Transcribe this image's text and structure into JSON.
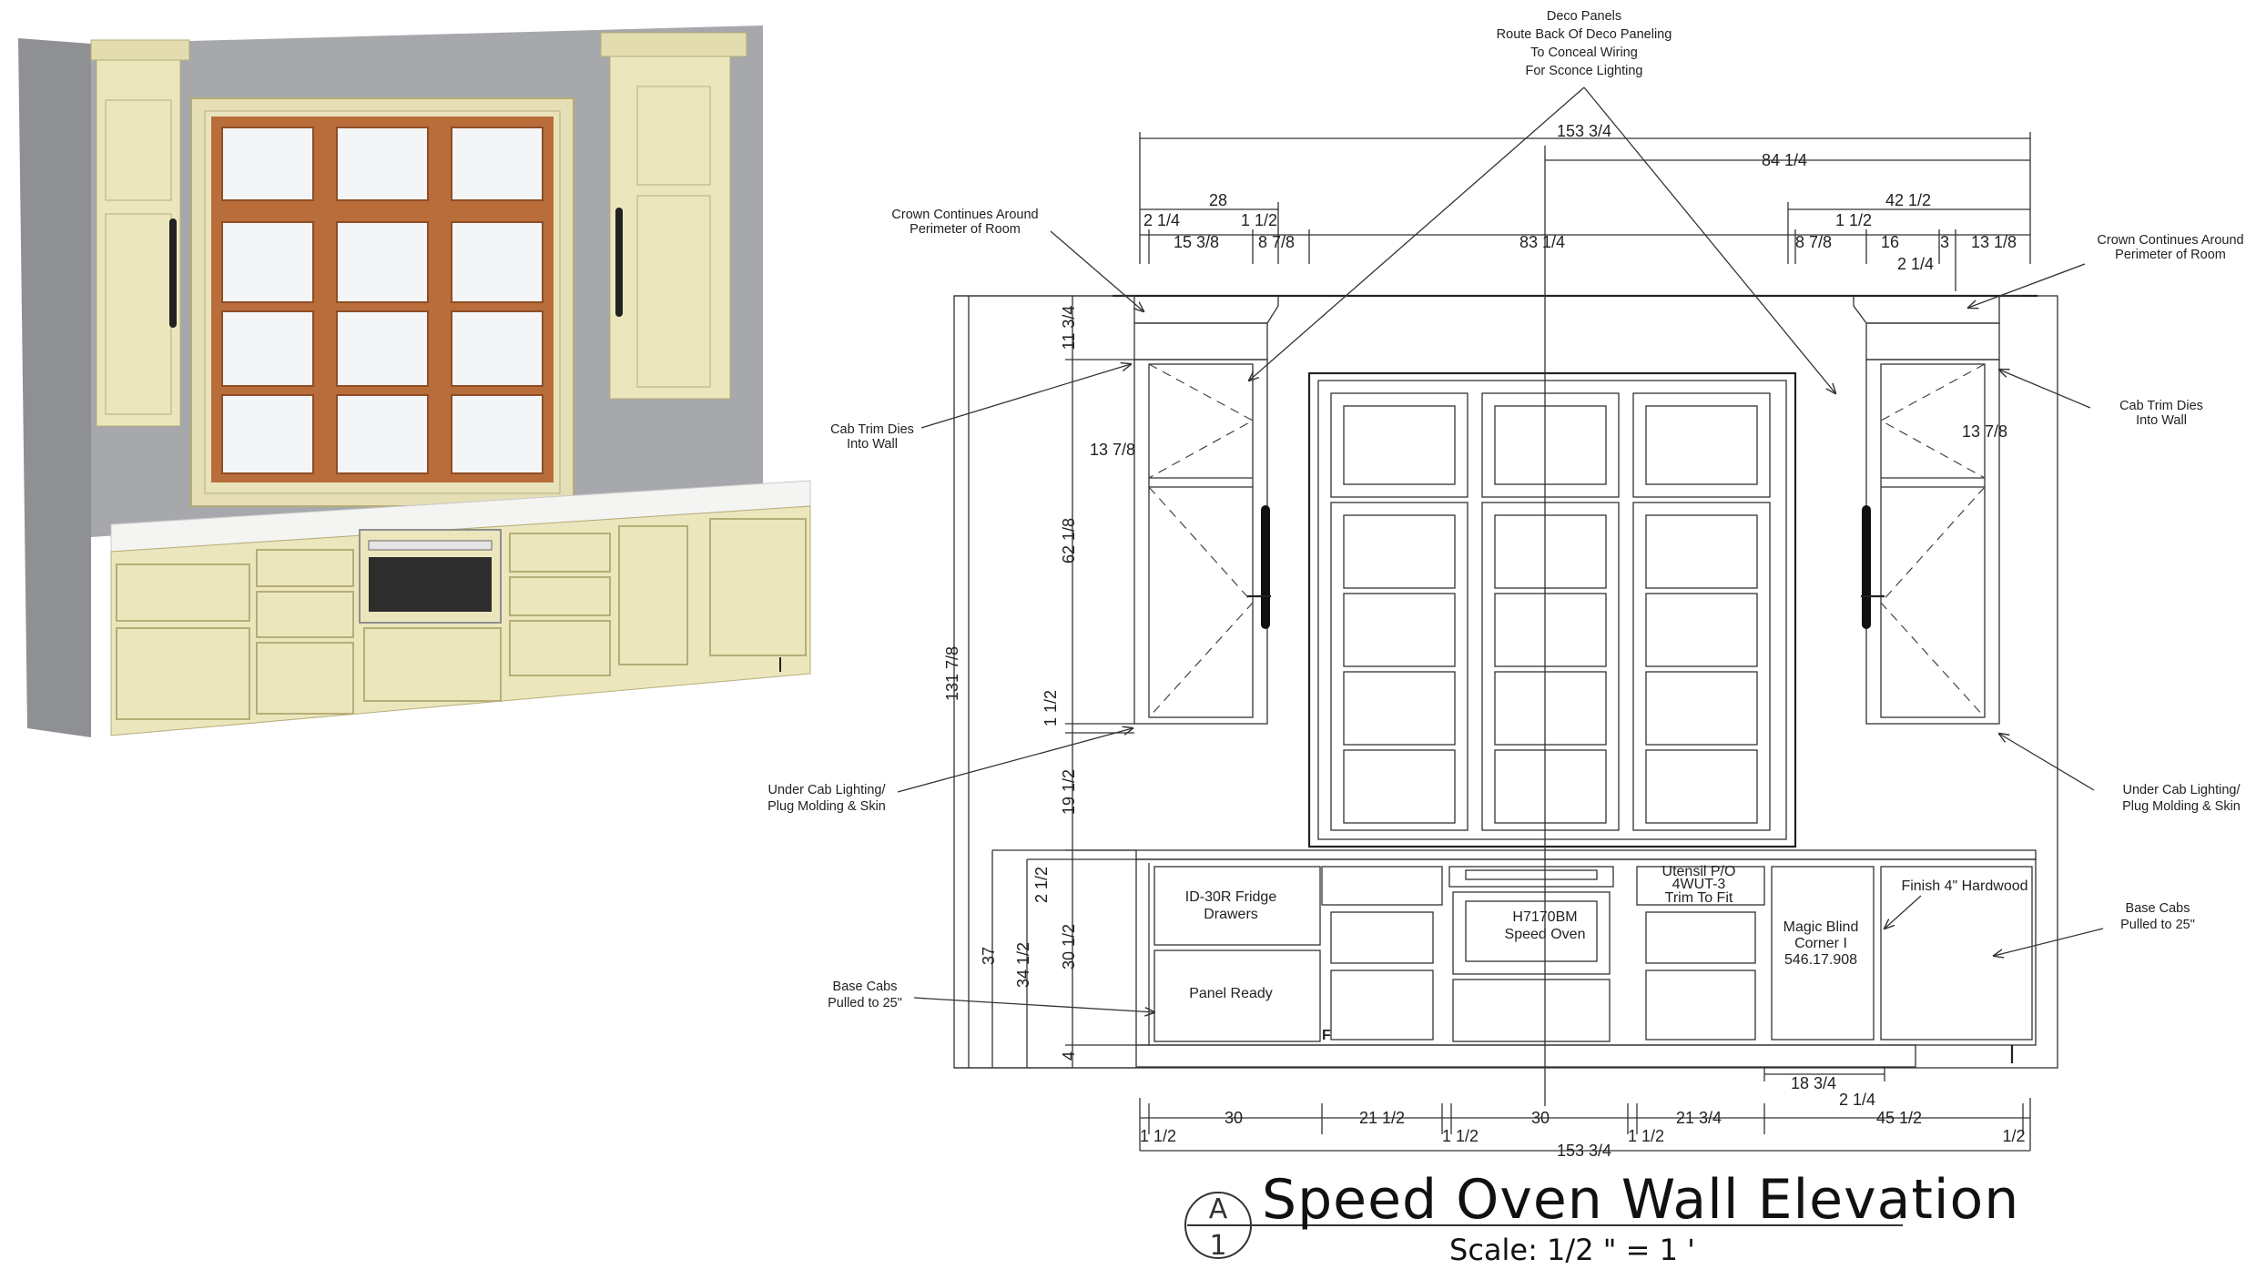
{
  "colors": {
    "wall_gray": "#a6a8ab",
    "wall_side": "#8e9094",
    "cabinet_cream": "#ece6bd",
    "cabinet_shadow": "#d8cf9c",
    "window_wood": "#b86d3b",
    "window_frame_cream": "#e6dfb5",
    "countertop": "#f4f4f2",
    "oven_steel": "#dcdcdc"
  },
  "render3d": {
    "icon": "kitchen-render-image"
  },
  "notes": {
    "deco_panels": [
      "Deco Panels",
      "Route Back Of Deco Paneling",
      "To Conceal Wiring",
      "For Sconce Lighting"
    ],
    "crown_left": [
      "Crown Continues Around",
      "Perimeter of Room"
    ],
    "crown_right": [
      "Crown Continues Around",
      "Perimeter of Room"
    ],
    "cab_trim_left": [
      "Cab Trim Dies",
      "Into Wall"
    ],
    "cab_trim_right": [
      "Cab Trim Dies",
      "Into Wall"
    ],
    "under_cab_left": [
      "Under Cab Lighting/",
      "Plug Molding & Skin"
    ],
    "under_cab_right": [
      "Under Cab Lighting/",
      "Plug Molding & Skin"
    ],
    "base_cabs_left": [
      "Base Cabs",
      "Pulled to 25\""
    ],
    "base_cabs_right": [
      "Base Cabs",
      "Pulled to 25\""
    ]
  },
  "cabinet_labels": {
    "fridge_drawers": [
      "ID-30R Fridge",
      "Drawers"
    ],
    "panel_ready": "Panel Ready",
    "speed_oven": [
      "H7170BM",
      "Speed Oven"
    ],
    "utensil": [
      "Utensil P/O",
      "4WUT-3",
      "Trim To Fit"
    ],
    "magic_blind": [
      "Magic Blind",
      "Corner I",
      "546.17.908"
    ],
    "finish_hardwood": "Finish 4\" Hardwood",
    "f_mark": "F"
  },
  "dimensions": {
    "top_overall": "153 3/4",
    "top_right_span": "84 1/4",
    "top_left_28": "28",
    "top_right_42": "42 1/2",
    "top_2_1_4": "2 1/4",
    "top_1_1_2_left": "1 1/2",
    "top_15_3_8": "15 3/8",
    "top_8_7_8_left": "8 7/8",
    "top_83_1_4": "83 1/4",
    "top_8_7_8_right": "8 7/8",
    "top_1_1_2_right": "1 1/2",
    "top_16": "16",
    "top_3": "3",
    "top_13_1_8": "13 1/8",
    "top_2_1_4_right": "2 1/4",
    "left_131_7_8": "131 7/8",
    "left_11_3_4": "11 3/4",
    "left_13_7_8": "13 7/8",
    "right_13_7_8": "13 7/8",
    "left_62_1_8": "62 1/8",
    "left_1_1_2": "1 1/2",
    "left_19_1_2": "19 1/2",
    "left_2_1_2": "2 1/2",
    "left_37": "37",
    "left_34_1_2": "34 1/2",
    "left_30_1_2": "30 1/2",
    "left_4": "4",
    "bot_18_3_4": "18 3/4",
    "bot_2_1_4": "2 1/4",
    "bot_30_a": "30",
    "bot_21_1_2": "21 1/2",
    "bot_30_b": "30",
    "bot_21_3_4": "21 3/4",
    "bot_45_1_2": "45 1/2",
    "bot_1_1_2_a": "1 1/2",
    "bot_1_1_2_b": "1 1/2",
    "bot_1_1_2_c": "1 1/2",
    "bot_1_2": "1/2",
    "bot_overall": "153 3/4"
  },
  "title_block": {
    "detail_letter": "A",
    "detail_number": "1",
    "title": "Speed Oven Wall Elevation",
    "scale": "Scale: 1/2 \" = 1 '"
  }
}
